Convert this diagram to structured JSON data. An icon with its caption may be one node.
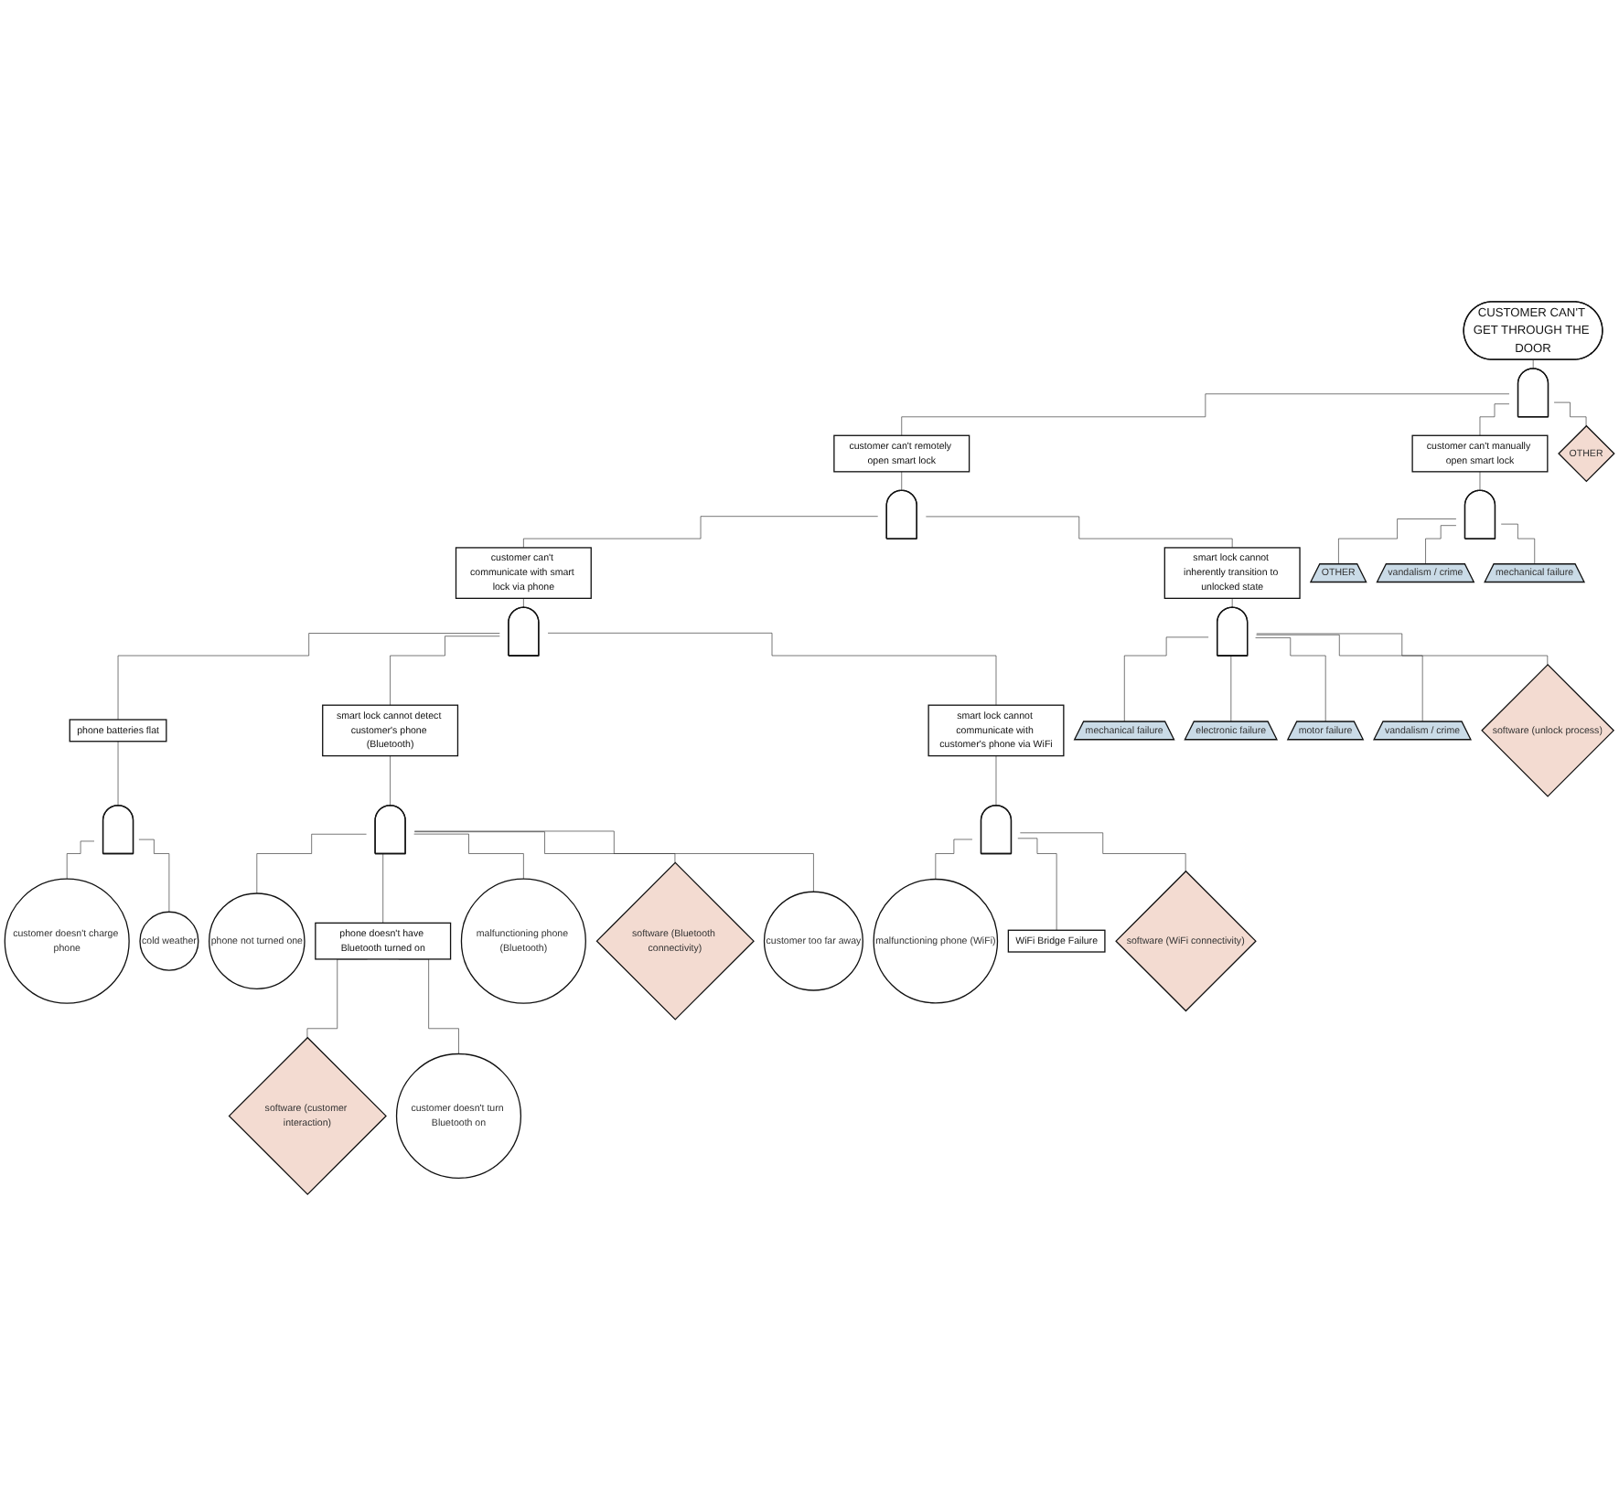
{
  "diagram": {
    "nodes": [
      {
        "text": [
          "CUSTOMER CAN'T GET THROUGH THE DOOR"
        ]
      },
      {
        "text": [],
        "shape": "gate"
      },
      {
        "text": [
          "customer can't remotely open smart lock"
        ]
      },
      {
        "text": [
          "customer can't manually open smart lock"
        ]
      },
      {
        "text": [
          "OTHER"
        ]
      },
      {
        "text": [],
        "shape": "gate"
      },
      {
        "text": [],
        "shape": "gate"
      },
      {
        "text": [
          "customer can't communicate with smart lock via phone"
        ]
      },
      {
        "text": [
          "smart lock cannot inherently transition to unlocked state"
        ]
      },
      {
        "text": [
          "OTHER"
        ]
      },
      {
        "text": [
          "vandalism / crime"
        ]
      },
      {
        "text": [
          "mechanical failure"
        ]
      },
      {
        "text": [],
        "shape": "gate"
      },
      {
        "text": [],
        "shape": "gate"
      },
      {
        "text": [
          "phone batteries flat"
        ]
      },
      {
        "text": [
          "smart lock cannot detect customer's phone (Bluetooth)"
        ]
      },
      {
        "text": [
          "smart lock cannot communicate with customer's phone via WiFi"
        ]
      },
      {
        "text": [
          "mechanical failure"
        ]
      },
      {
        "text": [
          "electronic failure"
        ]
      },
      {
        "text": [
          "motor failure"
        ]
      },
      {
        "text": [
          "vandalism / crime"
        ]
      },
      {
        "text": [
          "software (unlock process)"
        ]
      },
      {
        "text": [],
        "shape": "gate"
      },
      {
        "text": [],
        "shape": "gate"
      },
      {
        "text": [],
        "shape": "gate"
      },
      {
        "text": [
          "customer doesn't charge phone"
        ]
      },
      {
        "text": [
          "cold weather"
        ]
      },
      {
        "text": [
          "phone not turned one"
        ]
      },
      {
        "text": [
          "malfunctioning phone (Bluetooth)"
        ]
      },
      {
        "text": [
          "customer too far away"
        ]
      },
      {
        "text": [
          "malfunctioning phone (WiFi)"
        ]
      },
      {
        "text": [
          "software (WiFi connectivity)"
        ]
      },
      {
        "text": [
          "software (Bluetooth connectivity)"
        ]
      },
      {
        "text": [
          "phone doesn't have Bluetooth turned on"
        ]
      },
      {
        "text": [
          "WiFi Bridge Failure"
        ]
      },
      {
        "text": [
          "software (customer interaction)"
        ]
      },
      {
        "text": [
          "customer doesn't turn Bluetooth on"
        ]
      }
    ],
    "edges": [
      {
        "from": 0,
        "to": 1,
        "arrow": "none"
      },
      {
        "from": 1,
        "to": 2,
        "arrow": "none"
      },
      {
        "from": 1,
        "to": 3,
        "arrow": "none"
      },
      {
        "from": 1,
        "to": 4,
        "arrow": "none"
      },
      {
        "from": 2,
        "to": 5,
        "arrow": "none"
      },
      {
        "from": 3,
        "to": 6,
        "arrow": "none"
      },
      {
        "from": 5,
        "to": 7,
        "arrow": "none"
      },
      {
        "from": 5,
        "to": 8,
        "arrow": "none"
      },
      {
        "from": 6,
        "to": 9,
        "arrow": "none"
      },
      {
        "from": 6,
        "to": 10,
        "arrow": "none"
      },
      {
        "from": 6,
        "to": 11,
        "arrow": "none"
      },
      {
        "from": 7,
        "to": 12,
        "arrow": "none"
      },
      {
        "from": 8,
        "to": 13,
        "arrow": "none"
      },
      {
        "from": 12,
        "to": 14,
        "arrow": "none"
      },
      {
        "from": 12,
        "to": 15,
        "arrow": "none"
      },
      {
        "from": 12,
        "to": 16,
        "arrow": "none"
      },
      {
        "from": 13,
        "to": 17,
        "arrow": "none"
      },
      {
        "from": 13,
        "to": 18,
        "arrow": "none"
      },
      {
        "from": 13,
        "to": 19,
        "arrow": "none"
      },
      {
        "from": 13,
        "to": 20,
        "arrow": "none"
      },
      {
        "from": 13,
        "to": 21,
        "arrow": "none"
      },
      {
        "from": 14,
        "to": 22,
        "arrow": "none"
      },
      {
        "from": 15,
        "to": 23,
        "arrow": "none"
      },
      {
        "from": 16,
        "to": 24,
        "arrow": "none"
      },
      {
        "from": 22,
        "to": 25,
        "arrow": "none"
      },
      {
        "from": 22,
        "to": 26,
        "arrow": "none"
      },
      {
        "from": 23,
        "to": 27,
        "arrow": "none"
      },
      {
        "from": 23,
        "to": 33,
        "arrow": "none"
      },
      {
        "from": 23,
        "to": 28,
        "arrow": "none"
      },
      {
        "from": 23,
        "to": 32,
        "arrow": "none"
      },
      {
        "from": 23,
        "to": 29,
        "arrow": "none"
      },
      {
        "from": 24,
        "to": 30,
        "arrow": "none"
      },
      {
        "from": 24,
        "to": 34,
        "arrow": "none"
      },
      {
        "from": 24,
        "to": 31,
        "arrow": "none"
      },
      {
        "from": 33,
        "to": 35,
        "arrow": "none"
      },
      {
        "from": 33,
        "to": 36,
        "arrow": "none"
      }
    ]
  }
}
